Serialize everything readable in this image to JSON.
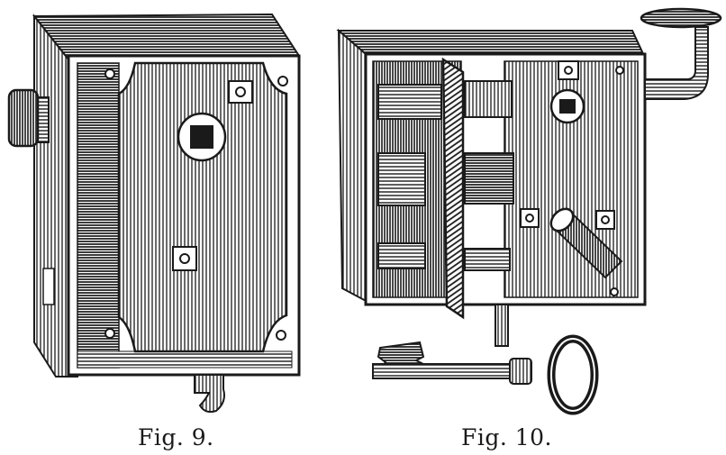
{
  "figures": [
    {
      "id": "fig9",
      "caption": "Fig. 9."
    },
    {
      "id": "fig10",
      "caption": "Fig. 10."
    }
  ],
  "colors": {
    "ink": "#1a1a1a",
    "paper": "#ffffff",
    "shade": "#555555"
  }
}
